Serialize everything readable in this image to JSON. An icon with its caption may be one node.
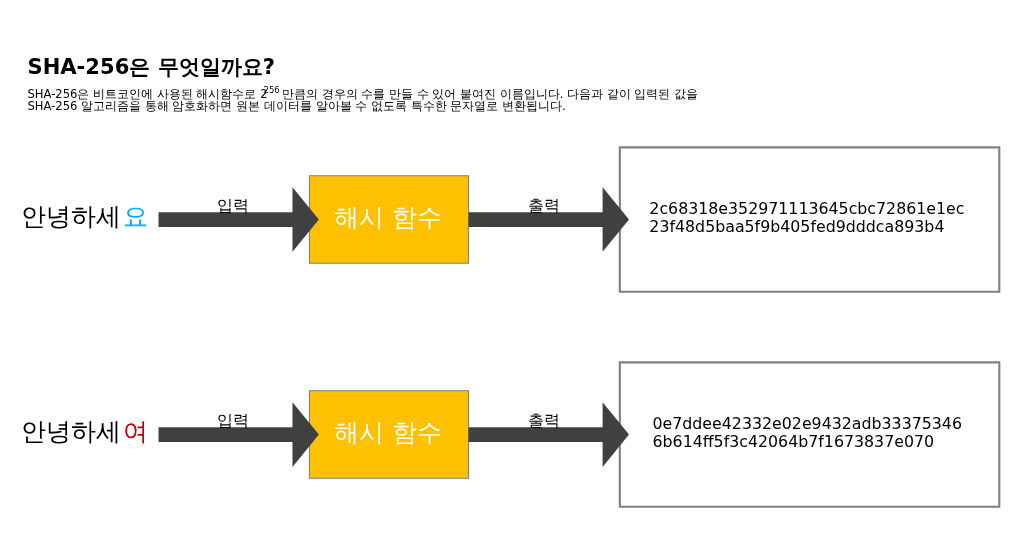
{
  "diagram": {
    "title": "SHA-256은 무엇일까요?",
    "caption": "SHA-256은 비트코인에 사용된 해시함수로 2$^{256}$ 만큼의 경우의 수를 만들 수 있어 붙여진 이름입니다. 다음과 같이 입력된 값을 SHA-256 알고리즘을 통해 암호화하면 원본 데이터를 알아볼 수 없도록 특수한 문자열로 변환됩니다.",
    "nodes": [
      {
        "text": [
          "안녕하세요"
        ]
      },
      {
        "text": [
          "해시 함수"
        ]
      },
      {
        "text": [
          "2c68318e352971113645cbc72861e1ec23f48d5baa5f9b405fed9dddca893b4"
        ]
      },
      {
        "text": [
          "안녕하세여"
        ]
      },
      {
        "text": [
          "해시 함수"
        ]
      },
      {
        "text": [
          "0e7ddee42332e02e9432adb333753466b614ff5f3c42064b7f1673837e070"
        ]
      }
    ],
    "edges": [
      {
        "from": 0,
        "to": 1,
        "arrow": "to",
        "label": "입력"
      },
      {
        "from": 1,
        "to": 2,
        "arrow": "to",
        "label": "출력"
      },
      {
        "from": 3,
        "to": 4,
        "arrow": "to",
        "label": "입력"
      },
      {
        "from": 4,
        "to": 5,
        "arrow": "to",
        "label": "출력"
      }
    ]
  }
}
